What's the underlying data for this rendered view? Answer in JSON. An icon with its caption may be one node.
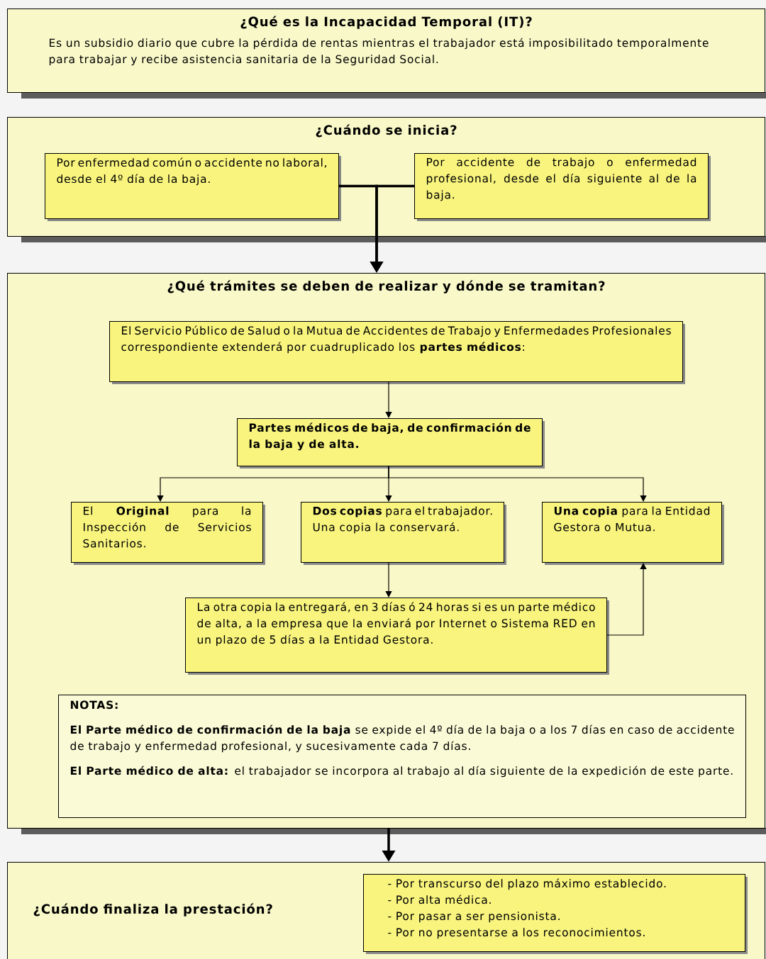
{
  "diagram": {
    "nodes": [
      {
        "text": [
          "¿Qué es la Incapacidad Temporal (IT)?",
          "Es un subsidio diario que cubre la pérdida de rentas mientras el trabajador está imposibilitado temporalmente para trabajar y recibe asistencia sanitaria de la Seguridad Social."
        ]
      },
      {
        "text": [
          "¿Cuándo se inicia?"
        ]
      },
      {
        "text": [
          "Por enfermedad común o accidente no laboral, desde el 4º día de la baja."
        ],
        "in": 1
      },
      {
        "text": [
          "Por accidente de trabajo o enfermedad profesional, desde el día siguiente al de la baja."
        ],
        "in": 1
      },
      {
        "text": [
          "¿Qué trámites se deben de realizar y dónde se tramitan?"
        ]
      },
      {
        "text": [
          "El Servicio Público de Salud o la Mutua de Accidentes de Trabajo y Enfermedades Profesionales correspondiente extenderá por cuadruplicado los **partes médicos**:"
        ],
        "in": 4
      },
      {
        "text": [
          "Partes médicos de baja, de confirmación de la baja y de alta."
        ],
        "in": 4
      },
      {
        "text": [
          "El **Original** para la Inspección de Servicios Sanitarios."
        ],
        "in": 4
      },
      {
        "text": [
          "**Dos copias** para el trabajador.",
          "Una copia la conservará."
        ],
        "in": 4
      },
      {
        "text": [
          "**Una copia** para la Entidad Gestora o Mutua."
        ],
        "in": 4
      },
      {
        "text": [
          "La otra copia la entregará, en 3 días ó 24 horas si es un parte médico de alta, a la empresa que la enviará por Internet o Sistema RED en un plazo de 5 días a la Entidad Gestora."
        ],
        "in": 4
      },
      {
        "text": [
          "NOTAS:",
          "**El Parte médico de confirmación de la baja** se expide el 4º día de la baja o a los 7 días en caso de accidente de trabajo y enfermedad profesional, y sucesivamente cada 7 días.",
          "**El Parte médico de alta:** el trabajador se incorpora al trabajo al día siguiente de la expedición de este parte."
        ],
        "in": 4
      },
      {
        "text": [
          "¿Cuándo finaliza la prestación?"
        ]
      },
      {
        "text": [
          "- Por transcurso del plazo máximo establecido.",
          "- Por alta médica.",
          "- Por pasar a ser pensionista.",
          "- Por no presentarse a los reconocimientos."
        ],
        "in": 12
      }
    ],
    "edges": [
      {
        "from": 2,
        "to": 4,
        "arrow": "to",
        "style": "thick"
      },
      {
        "from": 3,
        "to": 4,
        "arrow": "to",
        "style": "thick"
      },
      {
        "from": 5,
        "to": 6,
        "arrow": "to"
      },
      {
        "from": 6,
        "to": 7,
        "arrow": "to"
      },
      {
        "from": 6,
        "to": 8,
        "arrow": "to"
      },
      {
        "from": 6,
        "to": 9,
        "arrow": "to"
      },
      {
        "from": 8,
        "to": 10,
        "arrow": "to"
      },
      {
        "from": 10,
        "to": 9,
        "arrow": "to"
      },
      {
        "from": 4,
        "to": 12,
        "arrow": "to",
        "style": "thick"
      }
    ]
  }
}
